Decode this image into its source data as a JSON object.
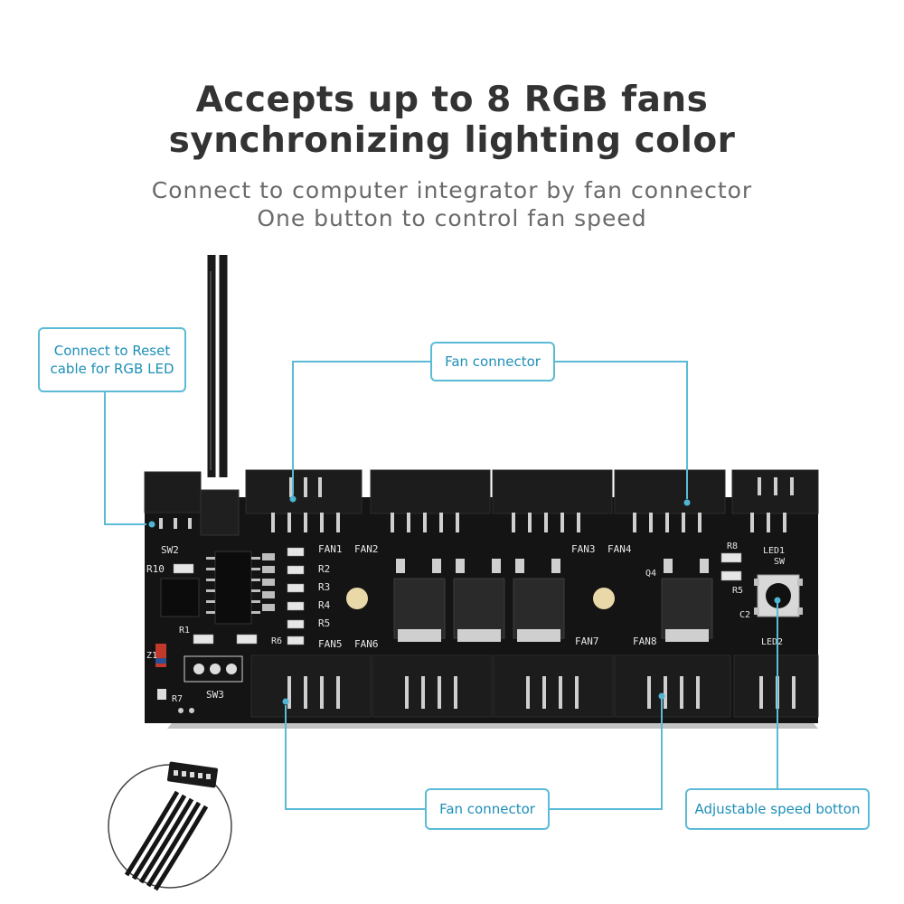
{
  "heading": {
    "line1": "Accepts up to 8 RGB fans",
    "line2": "synchronizing lighting color"
  },
  "subheading": {
    "line1": "Connect to computer integrator by fan connector",
    "line2": "One button to control fan speed"
  },
  "callouts": {
    "reset_cable_line1": "Connect to Reset",
    "reset_cable_line2": "cable for RGB LED",
    "fan_connector_top": "Fan connector",
    "fan_connector_bottom": "Fan connector",
    "speed_button": "Adjustable speed botton"
  },
  "board_labels": {
    "sw2": "SW2",
    "sw3": "SW3",
    "sw": "SW",
    "r10": "R10",
    "r1": "R1",
    "r2": "R2",
    "r3": "R3",
    "r4": "R4",
    "r5a": "R5",
    "r5b": "R5",
    "r6": "R6",
    "r7": "R7",
    "r8": "R8",
    "z1": "Z1",
    "q4": "Q4",
    "c2": "C2",
    "led1": "LED1",
    "led2": "LED2",
    "fan1": "FAN1",
    "fan2": "FAN2",
    "fan3": "FAN3",
    "fan4": "FAN4",
    "fan5": "FAN5",
    "fan6": "FAN6",
    "fan7": "FAN7",
    "fan8": "FAN8"
  },
  "colors": {
    "accent": "#5bbbd6",
    "callout_text": "#1e8fb8",
    "board": "#151515",
    "heading": "#333333"
  }
}
